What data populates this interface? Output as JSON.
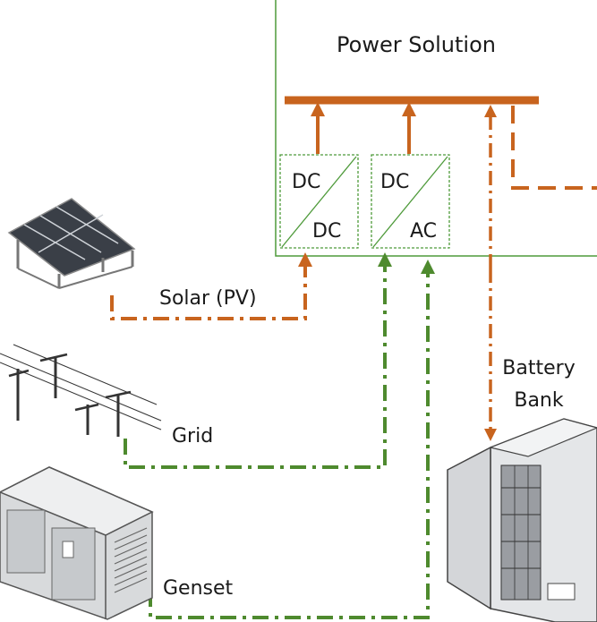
{
  "title": "Power Solution",
  "converters": [
    {
      "in": "DC",
      "out": "DC"
    },
    {
      "in": "DC",
      "out": "AC"
    }
  ],
  "sources": {
    "solar": "Solar (PV)",
    "grid": "Grid",
    "genset": "Genset"
  },
  "battery": {
    "line1": "Battery",
    "line2": "Bank"
  },
  "colors": {
    "dc_line": "#c8641e",
    "ac_line": "#4e8a2e",
    "box_border": "#4e9a3a"
  },
  "icons": [
    "solar-panel-icon",
    "power-pole-icon",
    "generator-icon",
    "battery-cabinet-icon"
  ]
}
